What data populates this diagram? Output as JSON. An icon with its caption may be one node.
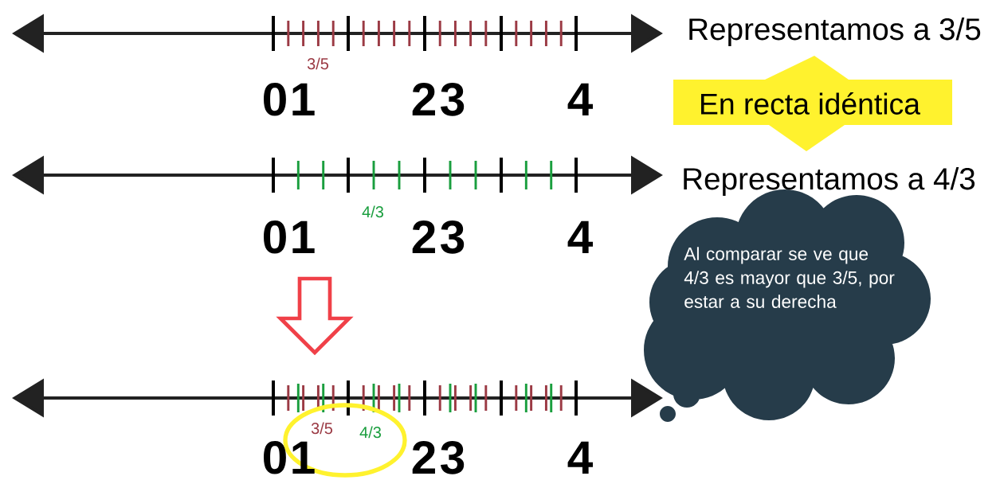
{
  "diagram": {
    "nodes": [
      {
        "text": [
          "En recta idéntica"
        ]
      },
      {
        "text": [
          "Al comparar se ve que 4/3 es mayor que 3/5, por estar a su derecha"
        ]
      }
    ],
    "labels": [
      "Representamos a 3/5",
      "3/5",
      "0",
      "1",
      "2",
      "3",
      "4",
      "Representamos a 4/3",
      "4/3",
      "0",
      "1",
      "2",
      "3",
      "4",
      "3/5",
      "4/3",
      "0",
      "1",
      "2",
      "3",
      "4"
    ]
  }
}
